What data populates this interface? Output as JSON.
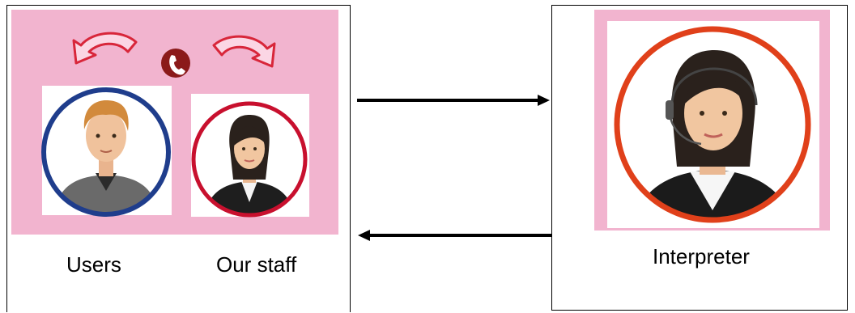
{
  "labels": {
    "users": "Users",
    "staff": "Our staff",
    "interpreter": "Interpreter"
  },
  "icons": {
    "phone": "phone-icon",
    "curved_arrow_left": "curved-arrow-left-icon",
    "curved_arrow_right": "curved-arrow-right-icon"
  },
  "colors": {
    "pink_background": "#f2b4cf",
    "users_ring": "#1f3d8c",
    "staff_ring": "#c8102e",
    "interpreter_ring": "#e0401a",
    "phone_badge": "#8b1a1a",
    "curved_arrow": "#d8263a"
  }
}
